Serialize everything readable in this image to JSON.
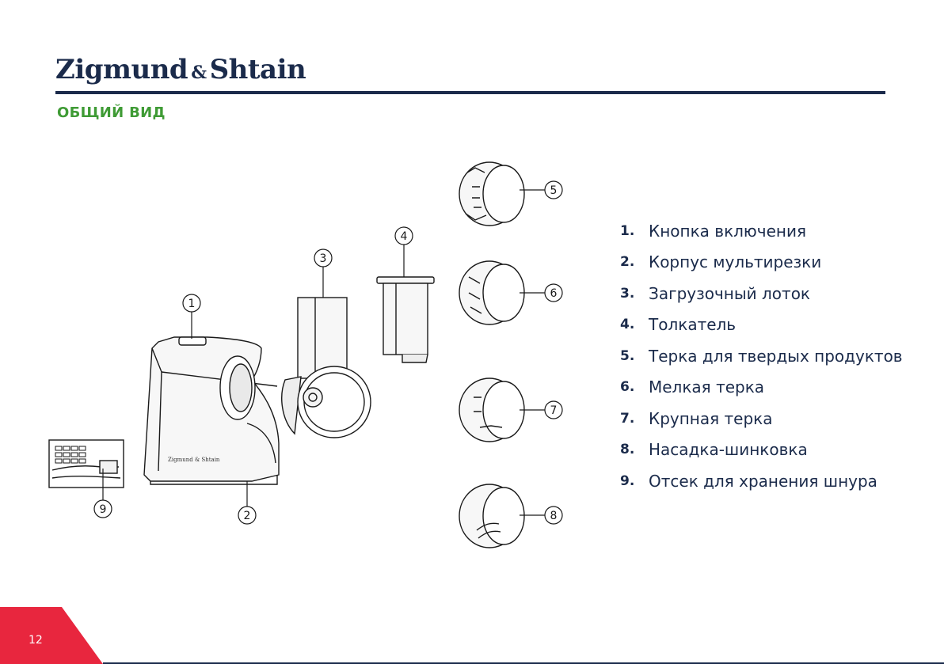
{
  "header": {
    "brand_left": "Zigmund",
    "brand_amp": "&",
    "brand_right": "Shtain"
  },
  "section_title": "ОБЩИЙ ВИД",
  "device_logo": "Zigmund & Shtain",
  "callouts": [
    "1",
    "2",
    "3",
    "4",
    "5",
    "6",
    "7",
    "8",
    "9"
  ],
  "parts": [
    {
      "num": "1.",
      "label": "Кнопка включения"
    },
    {
      "num": "2.",
      "label": "Корпус мультирезки"
    },
    {
      "num": "3.",
      "label": "Загрузочный лоток"
    },
    {
      "num": "4.",
      "label": "Толкатель"
    },
    {
      "num": "5.",
      "label": "Терка для твердых продуктов"
    },
    {
      "num": "6.",
      "label": "Мелкая терка"
    },
    {
      "num": "7.",
      "label": "Крупная терка"
    },
    {
      "num": "8.",
      "label": "Насадка-шинковка"
    },
    {
      "num": "9.",
      "label": "Отсек для хранения шнура"
    }
  ],
  "page_number": "12",
  "colors": {
    "navy": "#1b2b4b",
    "green": "#3f9b35",
    "red": "#e8263e"
  }
}
